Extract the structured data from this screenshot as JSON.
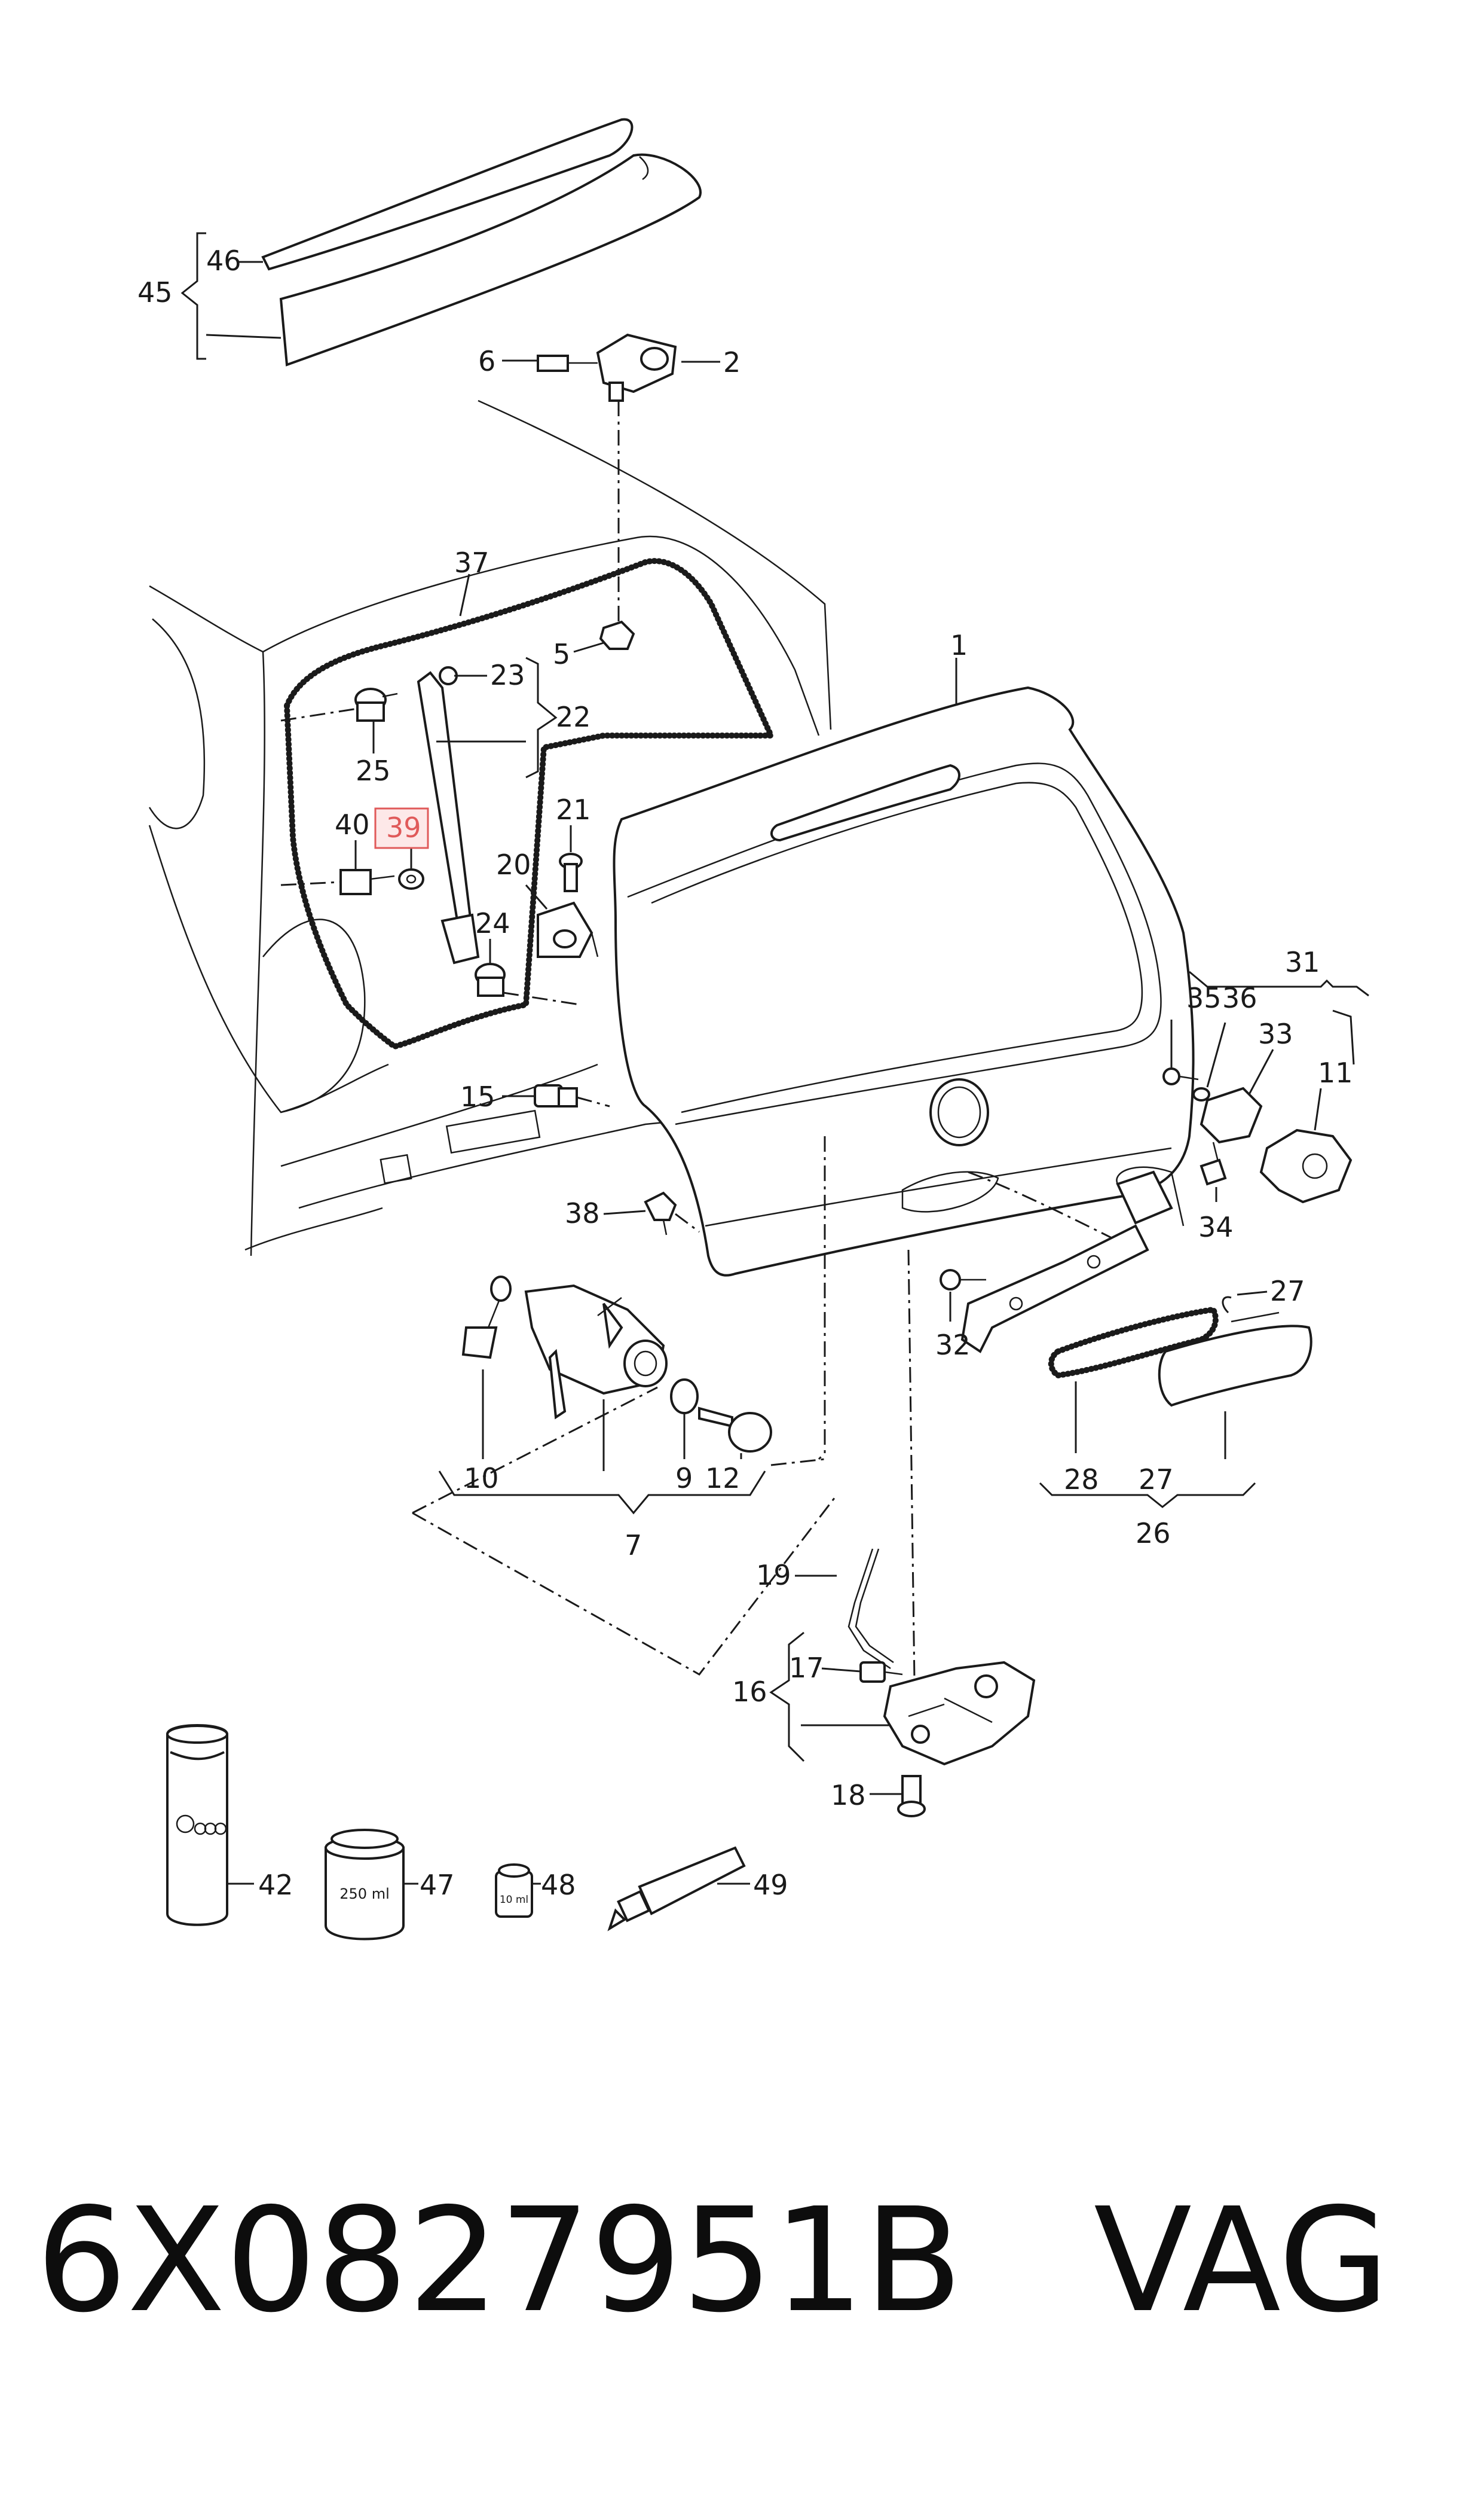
{
  "diagram": {
    "callouts": {
      "c1": "1",
      "c2": "2",
      "c5": "5",
      "c6": "6",
      "c7": "7",
      "c9": "9",
      "c10": "10",
      "c11": "11",
      "c12": "12",
      "c15": "15",
      "c16": "16",
      "c17": "17",
      "c18": "18",
      "c19": "19",
      "c20": "20",
      "c21": "21",
      "c22": "22",
      "c23": "23",
      "c24": "24",
      "c25": "25",
      "c26": "26",
      "c27a": "27",
      "c27b": "27",
      "c28": "28",
      "c31": "31",
      "c32": "32",
      "c33": "33",
      "c34": "34",
      "c35": "35",
      "c36": "36",
      "c37": "37",
      "c38": "38",
      "c39": "39",
      "c40": "40",
      "c42": "42",
      "c45": "45",
      "c46": "46",
      "c47": "47",
      "c48": "48",
      "c49": "49"
    },
    "highlighted_callout": "39",
    "highlight_color": "#e05a5a",
    "container_labels": {
      "jar_volume": "250 ml",
      "vial_volume": "10 ml"
    }
  },
  "footer": {
    "part_number": "6X0827951B",
    "brand": "VAG"
  }
}
